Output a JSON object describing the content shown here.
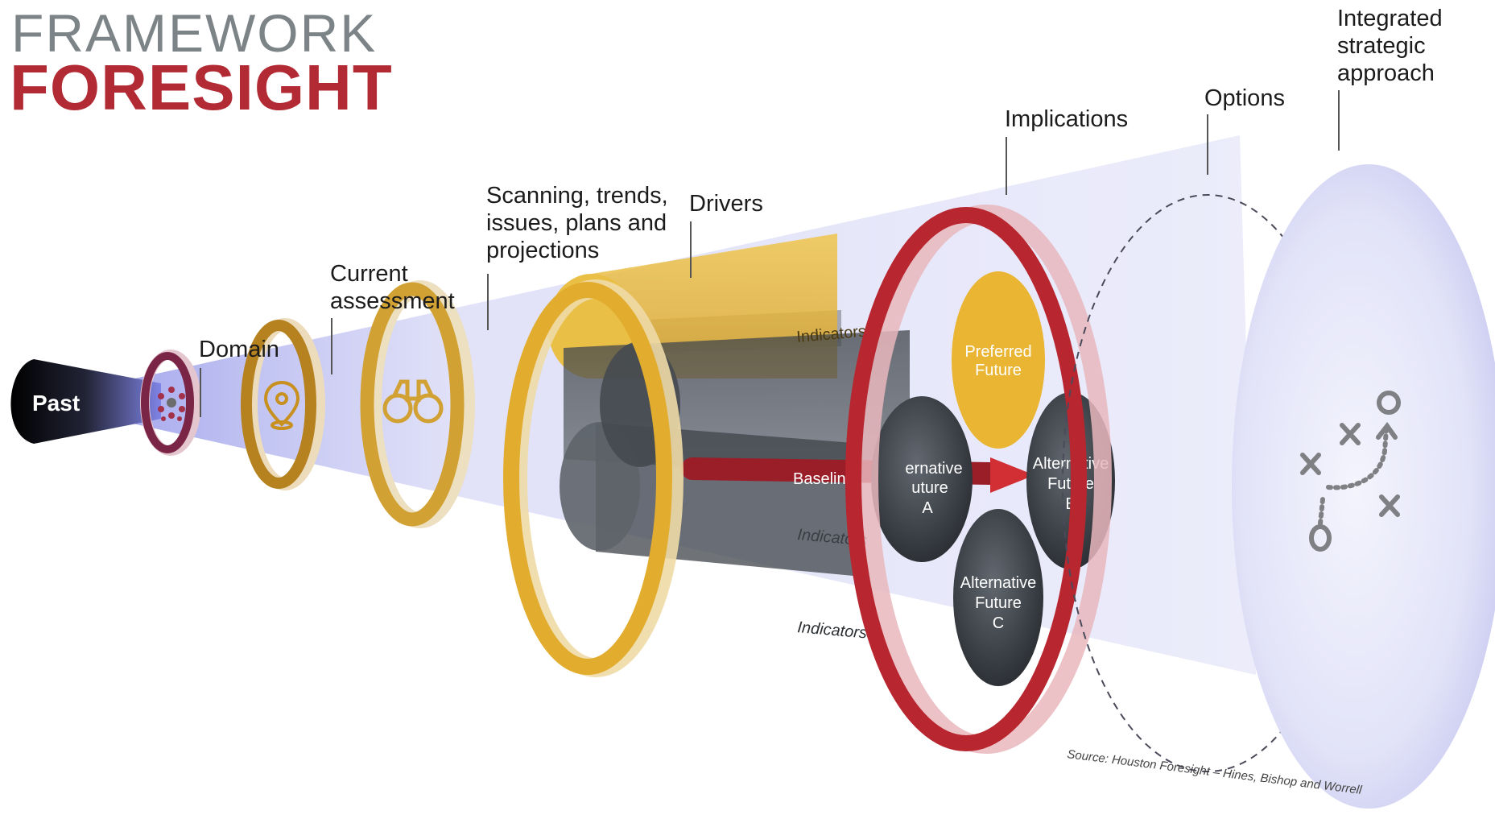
{
  "title": {
    "line1": "FRAMEWORK",
    "line2": "FORESIGHT"
  },
  "colors": {
    "title_gray": "#7d8487",
    "brand_red": "#b22a34",
    "ring_dark_gold": "#b5821f",
    "ring_gold": "#dca930",
    "cone_lavender": "#c4c6ef",
    "cylinder_gray": "#4a4f55",
    "preferred_yellow": "#e9b532"
  },
  "stages": {
    "past": "Past",
    "domain": "Domain",
    "current_assessment": [
      "Current",
      "assessment"
    ],
    "scanning": [
      "Scanning, trends,",
      "issues, plans and",
      "projections"
    ],
    "drivers": "Drivers",
    "implications": "Implications",
    "options": "Options",
    "integrated": [
      "Integrated",
      "strategic",
      "approach"
    ]
  },
  "futures": {
    "indicators_top": "Indicators",
    "indicators_mid": "Indicators",
    "indicators_bottom": "Indicators",
    "baseline": "Baseline",
    "preferred": [
      "Preferred",
      "Future"
    ],
    "alt_a": [
      "ernative",
      "uture",
      "A"
    ],
    "alt_b": [
      "Alternative",
      "Future",
      "B"
    ],
    "alt_c": [
      "Alternative",
      "Future",
      "C"
    ]
  },
  "icons": {
    "domain": "dot-cluster-icon",
    "current_assessment": "location-pin-icon",
    "scanning": "binoculars-icon",
    "integrated": "strategy-play-icon"
  },
  "source": "Source: Houston Foresight – Hines, Bishop and Worrell"
}
